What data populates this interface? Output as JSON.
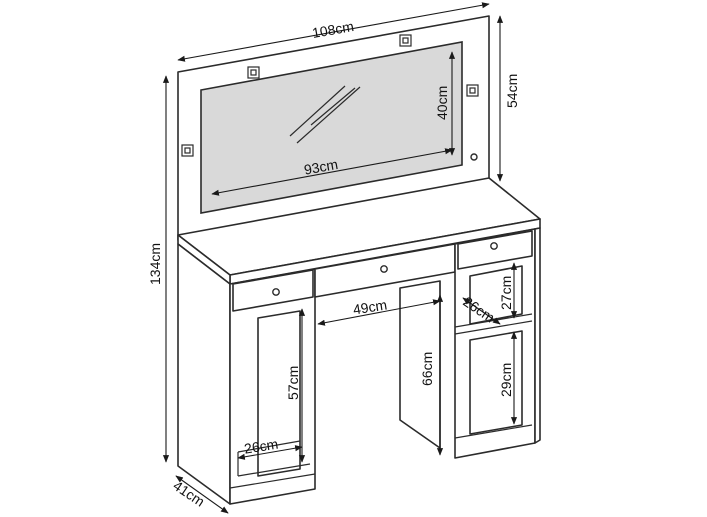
{
  "dimensions": {
    "total_width": "108cm",
    "mirror_height_panel": "54cm",
    "mirror_glass_height": "40cm",
    "mirror_glass_width": "93cm",
    "total_height": "134cm",
    "center_opening_width": "49cm",
    "right_top_shelf_height": "27cm",
    "right_shelf_depth": "26cm",
    "leg_height": "66cm",
    "right_bottom_shelf_height": "29cm",
    "left_opening_height": "57cm",
    "left_shelf_width": "26cm",
    "depth": "41cm"
  }
}
